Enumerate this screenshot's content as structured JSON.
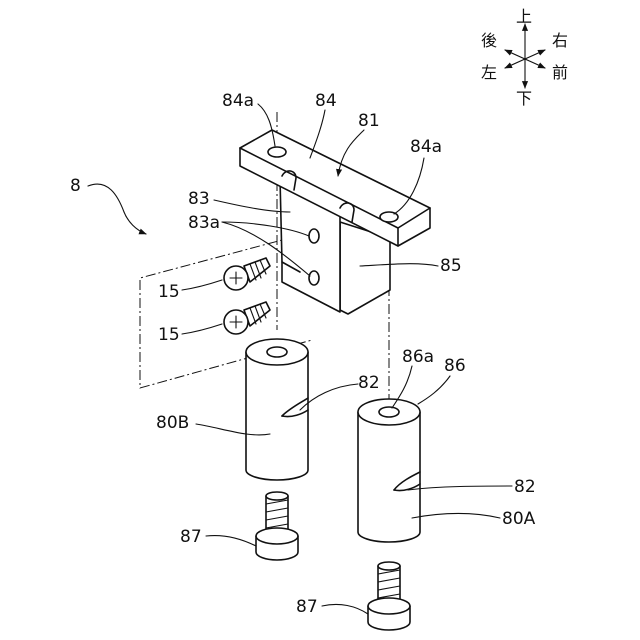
{
  "labels": {
    "assembly": "8",
    "bracket": "84",
    "bracket_hole_top": "84a",
    "bracket_hole_right": "84a",
    "unit": "81",
    "plate": "83",
    "plate_holes": "83a",
    "block": "85",
    "screw_upper": "15",
    "screw_lower": "15",
    "post_left": "80B",
    "post_right": "80A",
    "post_group": "86",
    "post_hole": "86a",
    "slot_left": "82",
    "slot_right": "82",
    "bolt_left": "87",
    "bolt_right": "87"
  },
  "directions": {
    "up": "上",
    "down": "下",
    "rear": "後",
    "right": "右",
    "left": "左",
    "front": "前"
  }
}
